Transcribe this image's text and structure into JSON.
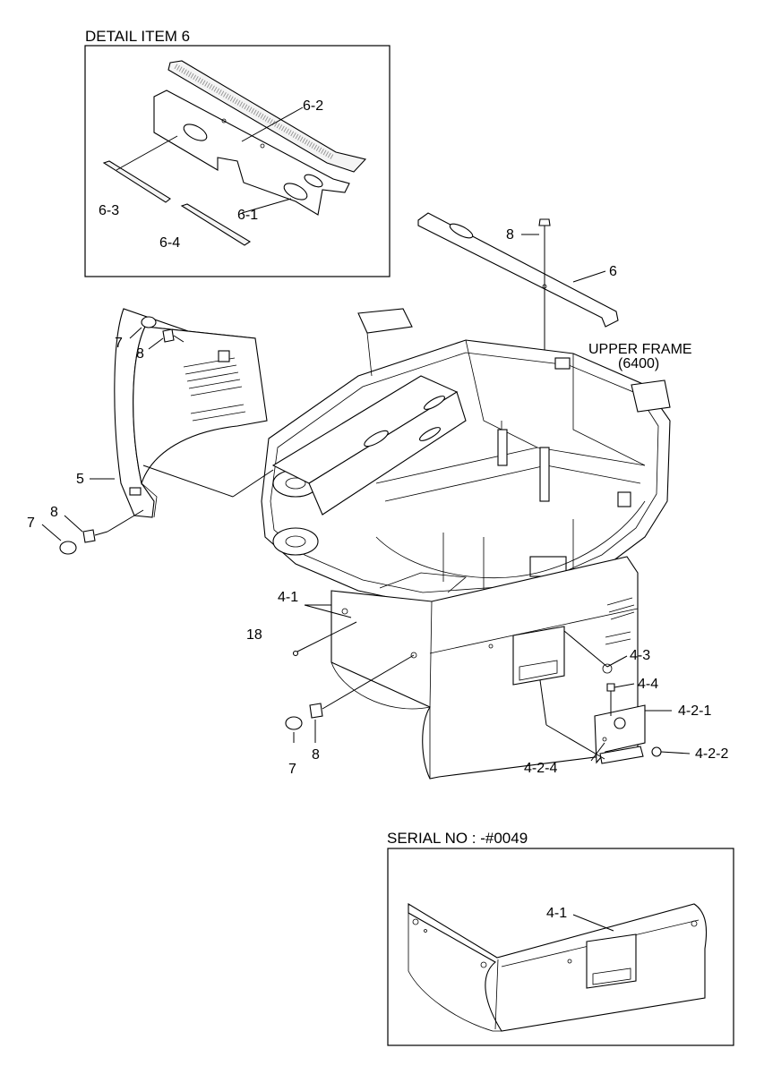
{
  "detail_box": {
    "title": "DETAIL ITEM 6"
  },
  "serial_box": {
    "title": "SERIAL NO : -#0049"
  },
  "frame_label": {
    "line1": "UPPER FRAME",
    "line2": "(6400)"
  },
  "callouts": {
    "d62": "6-2",
    "d63": "6-3",
    "d61": "6-1",
    "d64": "6-4",
    "p8a": "8",
    "p6": "6",
    "p7a": "7",
    "p8b": "8",
    "p5": "5",
    "p7b": "7",
    "p8c": "8",
    "p41": "4-1",
    "p18": "18",
    "p43": "4-3",
    "p44": "4-4",
    "p421": "4-2-1",
    "p422": "4-2-2",
    "p424": "4-2-4",
    "p7c": "7",
    "p8d": "8",
    "s41": "4-1"
  }
}
